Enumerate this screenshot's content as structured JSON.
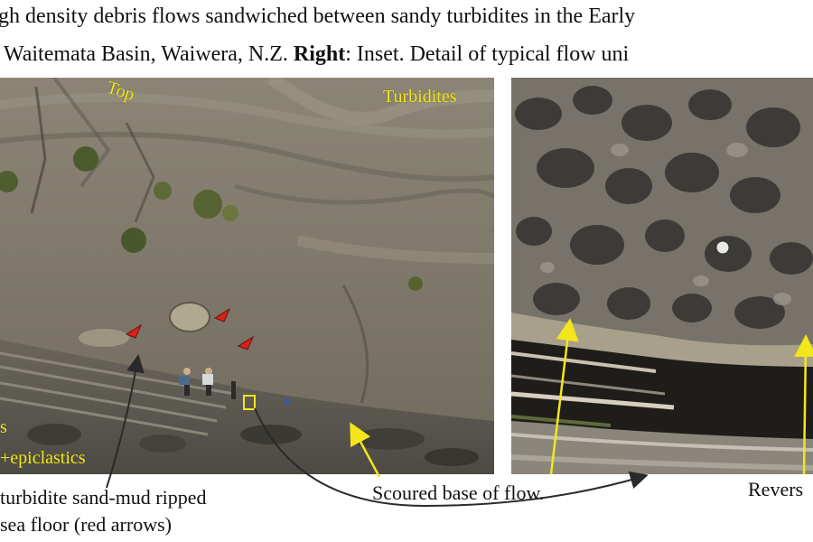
{
  "caption": {
    "line1": "gh density debris flows sandwiched between sandy turbidites in the Early",
    "line2_pre": " Waitemata Basin, Waiwera, N.Z. ",
    "line2_bold": "Right",
    "line2_post": ": Inset. Detail of typical flow uni"
  },
  "left_photo": {
    "label_top": "Top",
    "label_turbidites": "Turbidites",
    "label_s": "s",
    "label_epiclastics": "+epiclastics"
  },
  "annotations": {
    "turbidite_line1": "turbidite sand-mud ripped",
    "turbidite_line2": " sea floor (red arrows)",
    "scoured_base": "Scoured base of flow.",
    "reverse": "Revers"
  },
  "colors": {
    "label_yellow": "#f3e61a",
    "red_arrow": "#d8231c",
    "arrow_black": "#2a2a2a"
  }
}
